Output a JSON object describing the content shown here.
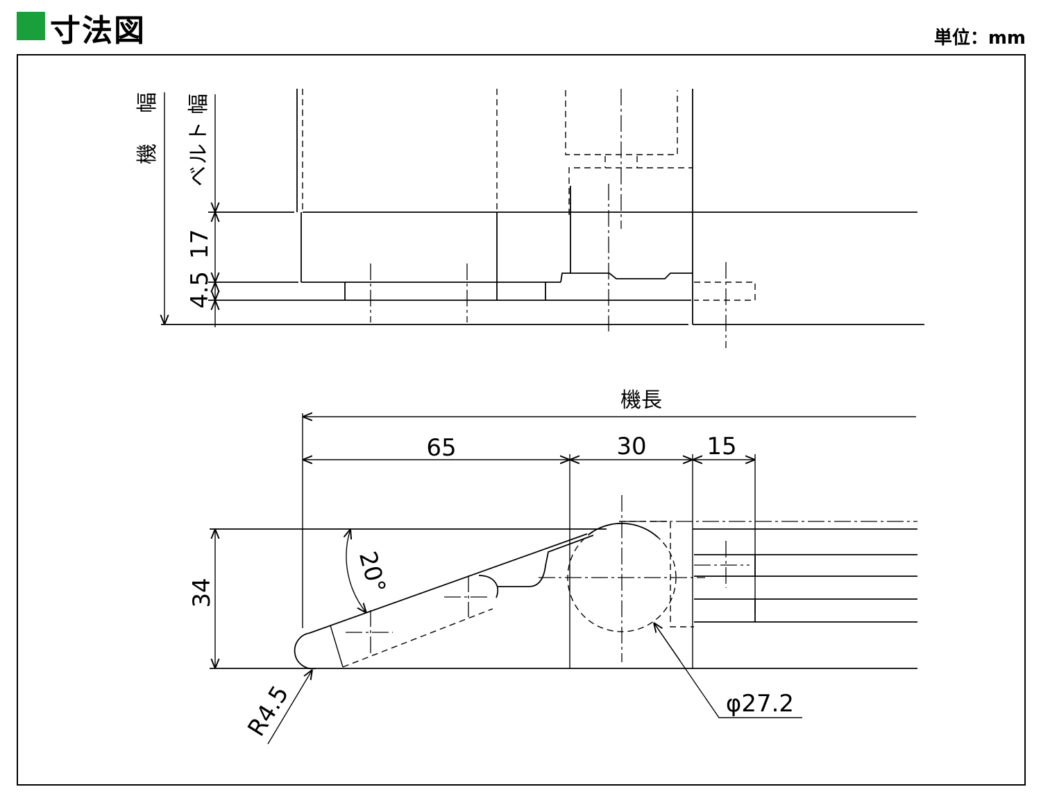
{
  "header": {
    "title": "寸法図",
    "unit": "単位：mm"
  },
  "labels": {
    "machine_width": "機幅",
    "machine_width_chars": [
      "機",
      "幅"
    ],
    "belt_width": "ベルト幅",
    "belt_width_chars": [
      "ベ",
      "ル",
      "ト",
      "幅"
    ],
    "dim_17": "17",
    "dim_4_5": "4.5",
    "machine_length": "機長",
    "dim_65": "65",
    "dim_30": "30",
    "dim_15": "15",
    "dim_34": "34",
    "angle_20": "20°",
    "radius": "R4.5",
    "diameter": "φ27.2"
  },
  "colors": {
    "title_mark": "#1aa03a",
    "line": "#000000"
  }
}
